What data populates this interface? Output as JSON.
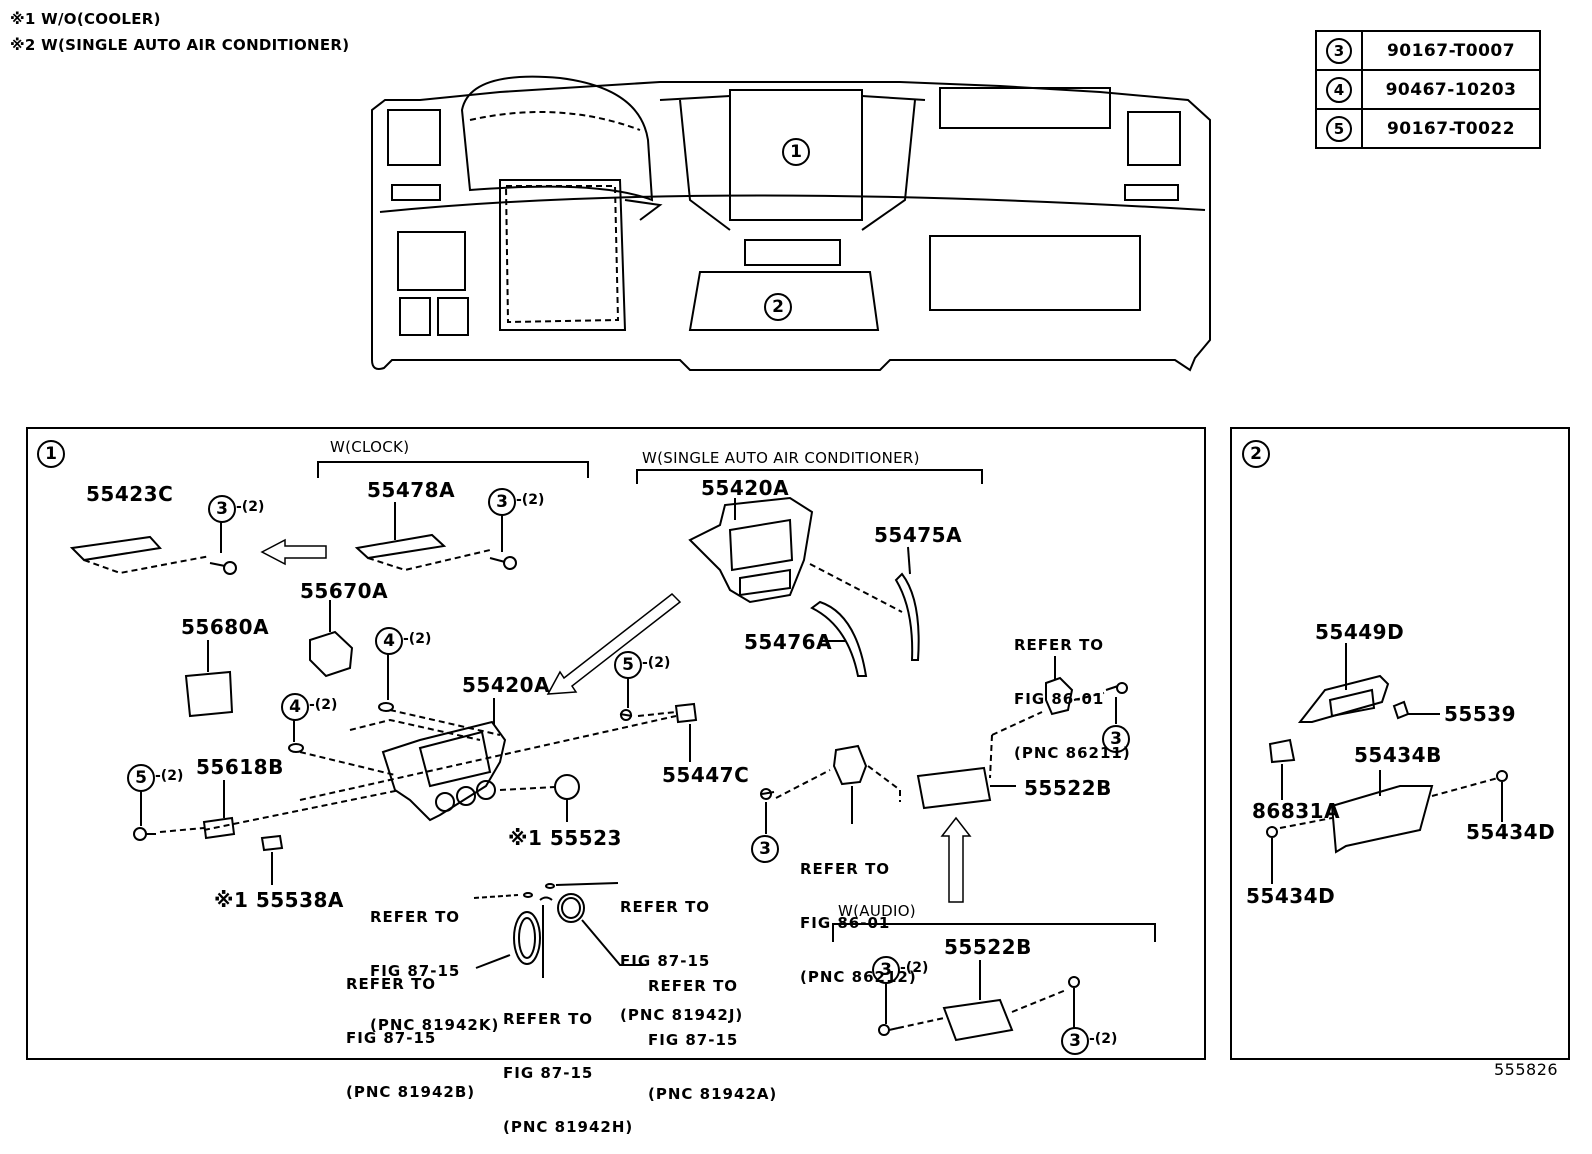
{
  "notes": [
    "※1 W/O(COOLER)",
    "※2 W(SINGLE AUTO AIR CONDITIONER)"
  ],
  "legend": [
    {
      "num": "3",
      "part": "90167-T0007"
    },
    {
      "num": "4",
      "part": "90467-10203"
    },
    {
      "num": "5",
      "part": "90167-T0022"
    }
  ],
  "overview": {
    "callout1": "1",
    "callout2": "2"
  },
  "panel1": {
    "callout": "1",
    "conditions": {
      "clock": "W(CLOCK)",
      "single_auto_ac": "W(SINGLE AUTO AIR CONDITIONER)",
      "audio": "W(AUDIO)"
    },
    "parts": {
      "p55423C": "55423C",
      "p55478A": "55478A",
      "p55670A": "55670A",
      "p55680A": "55680A",
      "p55420A_top": "55420A",
      "p55420A_mid": "55420A",
      "p55475A": "55475A",
      "p55476A": "55476A",
      "p55618B": "55618B",
      "p55447C": "55447C",
      "p55523": "※1 55523",
      "p55538A": "※1 55538A",
      "p55522B_right": "55522B",
      "p55522B_audio": "55522B"
    },
    "callouts": {
      "c3_a": "3",
      "c3_a_qty": "-(2)",
      "c3_b": "3",
      "c3_b_qty": "-(2)",
      "c4_a": "4",
      "c4_a_qty": "-(2)",
      "c4_b": "4",
      "c4_b_qty": "-(2)",
      "c5_a": "5",
      "c5_a_qty": "-(2)",
      "c5_b": "5",
      "c5_b_qty": "-(2)",
      "c3_c": "3",
      "c3_d": "3",
      "c3_e": "3",
      "c3_e_qty": "-(2)",
      "c3_f": "3",
      "c3_f_qty": "-(2)"
    },
    "refs": {
      "r86211": [
        "REFER TO",
        "FIG 86-01",
        "(PNC 86211)"
      ],
      "r86212": [
        "REFER TO",
        "FIG 86-01",
        "(PNC 86212)"
      ],
      "r81942K": [
        "REFER TO",
        "FIG 87-15",
        "(PNC 81942K)"
      ],
      "r81942J": [
        "REFER TO",
        "FIG 87-15",
        "(PNC 81942J)"
      ],
      "r81942B": [
        "REFER TO",
        "FIG 87-15",
        "(PNC 81942B)"
      ],
      "r81942H": [
        "REFER TO",
        "FIG 87-15",
        "(PNC 81942H)"
      ],
      "r81942A": [
        "REFER TO",
        "FIG 87-15",
        "(PNC 81942A)"
      ]
    }
  },
  "panel2": {
    "callout": "2",
    "parts": {
      "p55449D": "55449D",
      "p55539": "55539",
      "p55434B": "55434B",
      "p86831A": "86831A",
      "p55434D_r": "55434D",
      "p55434D_l": "55434D"
    }
  },
  "figure_id": "555826"
}
